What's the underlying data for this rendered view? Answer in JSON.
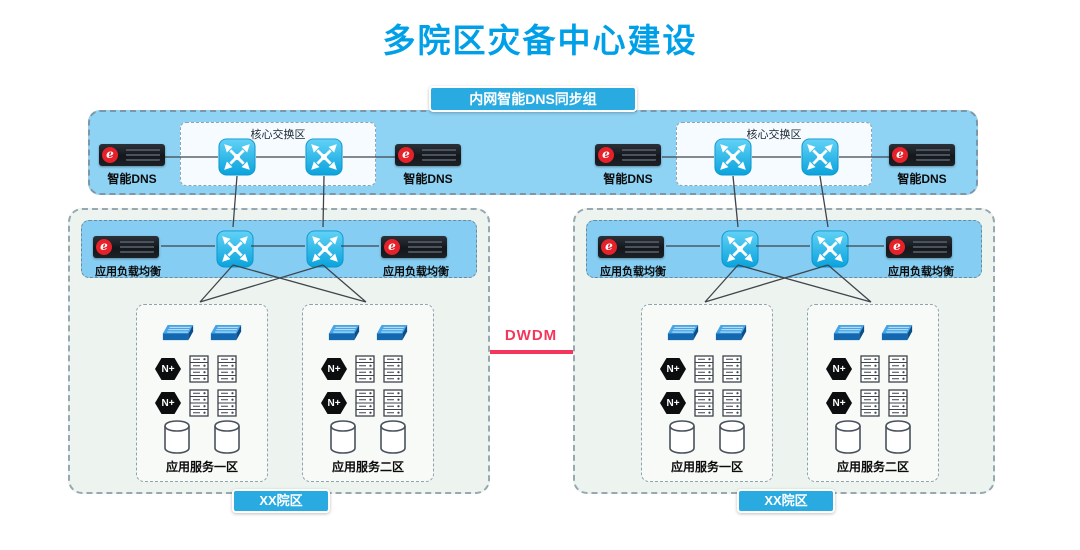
{
  "title": "多院区灾备中心建设",
  "top_band": {
    "sync_group_badge": "内网智能DNS同步组",
    "core_switch_area": "核心交换区",
    "smart_dns": "智能DNS"
  },
  "campus": {
    "badge": "XX院区",
    "load_balancer": "应用负载均衡",
    "zone1": "应用服务一区",
    "zone2": "应用服务二区",
    "n_plus": "N+"
  },
  "link": {
    "dwdm": "DWDM"
  },
  "icons": {
    "vendor_logo": "e"
  },
  "colors": {
    "title_blue": "#00a0e8",
    "badge_blue": "#29abe2",
    "band_blue": "#8ed2f4",
    "dwdm_pink": "#f5365c",
    "switch_cyan": "#18b0e8"
  }
}
